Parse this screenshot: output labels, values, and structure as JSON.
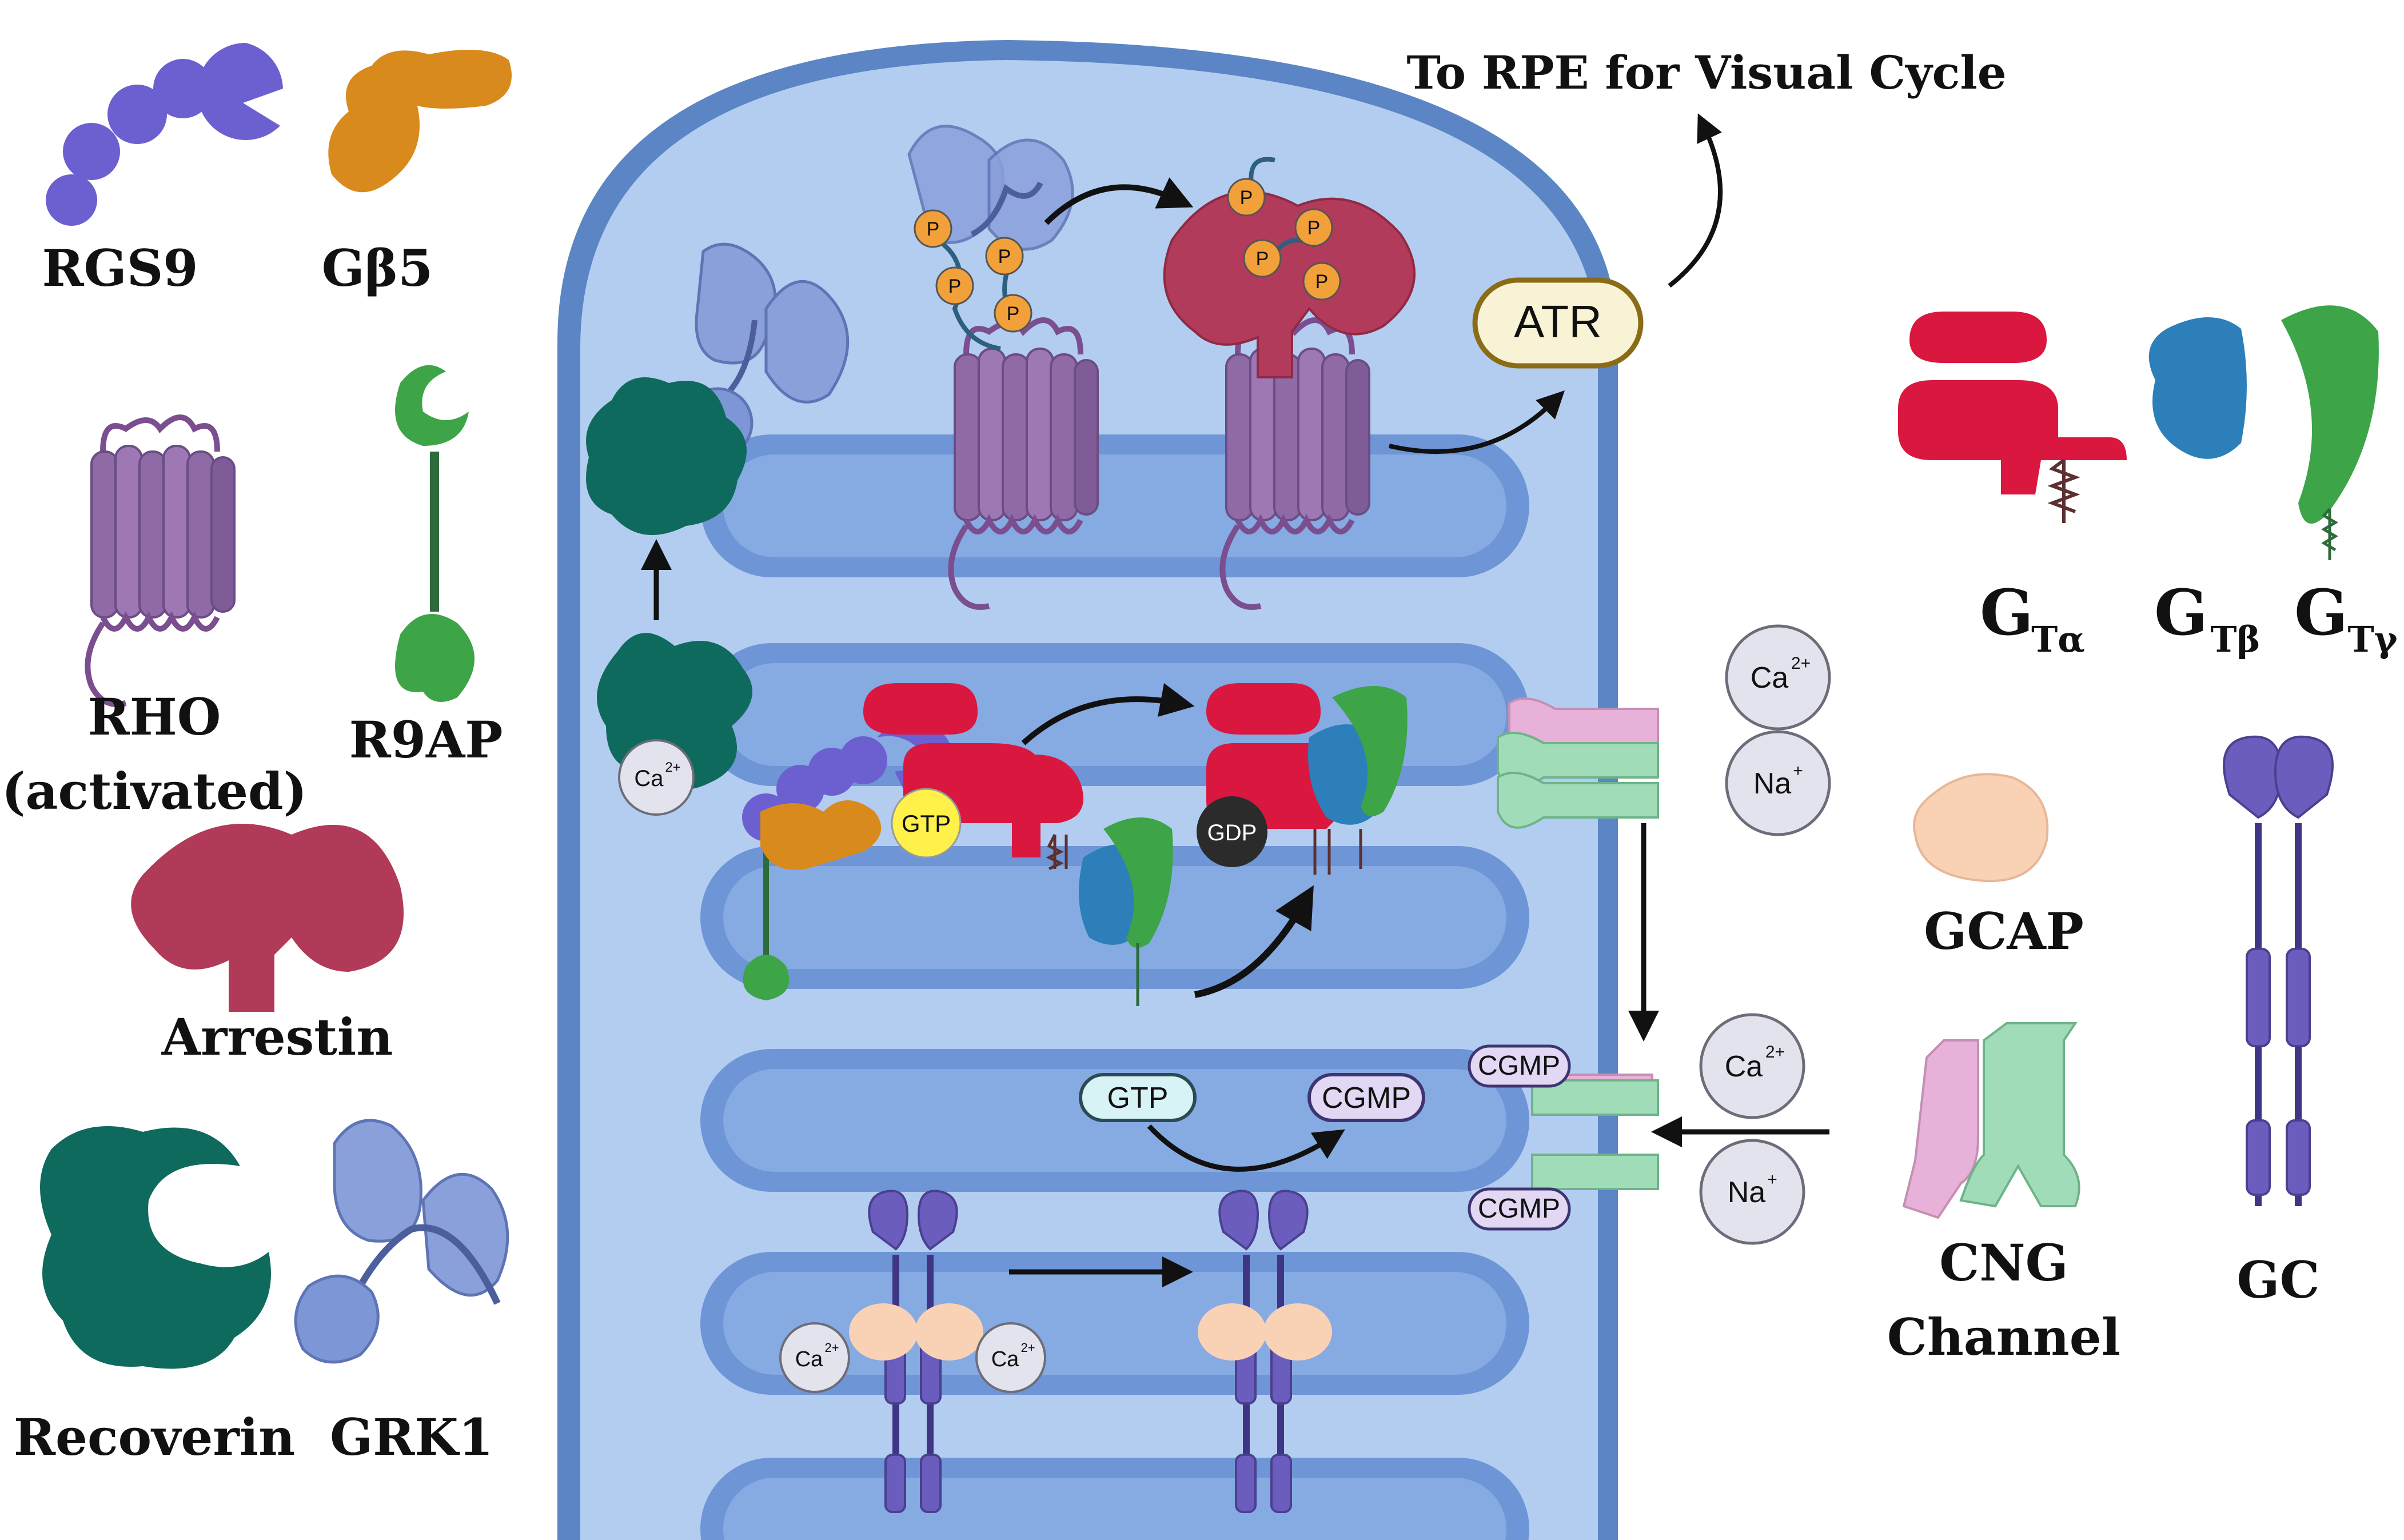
{
  "legend": {
    "rgs9": "RGS9",
    "gb5": "Gβ5",
    "rho_line1": "RHO",
    "rho_line2": "(activated)",
    "r9ap": "R9AP",
    "arrestin": "Arrestin",
    "recoverin": "Recoverin",
    "grk1": "GRK1",
    "gt_alpha_main": "G",
    "gt_alpha_sub": "Tα",
    "gt_beta_main": "G",
    "gt_beta_sub": "Tβ",
    "gt_gamma_main": "G",
    "gt_gamma_sub": "Tγ",
    "gcap": "GCAP",
    "cng_line1": "CNG",
    "cng_line2": "Channel",
    "gc": "GC"
  },
  "diagram": {
    "to_rpe": "To RPE for Visual Cycle",
    "atr": "ATR",
    "phosphate": "P",
    "gtp": "GTP",
    "gdp": "GDP",
    "cgmp": "CGMP",
    "ca_main": "Ca",
    "ca_sup": "2+",
    "na_main": "Na",
    "na_sup": "+"
  },
  "colors": {
    "cell_outer": "#5b85c4",
    "cell_inner": "#aecbf0",
    "disc": "#7fa5de",
    "rhodopsin": "#8f6aa6",
    "arrestin": "#b03a57",
    "transducin_alpha": "#d9173f",
    "transducin_beta": "#2c7fb8",
    "transducin_gamma": "#3da447",
    "rgs9": "#6c5fd0",
    "gb5": "#d98a1c",
    "recoverin": "#0f6a5e",
    "grk1": "#7d96d6",
    "gcap": "#f9d2b5",
    "gc": "#6154a8",
    "cng_pink": "#e7b1d9",
    "cng_green": "#9fdcb7"
  }
}
